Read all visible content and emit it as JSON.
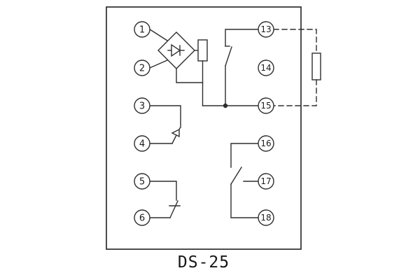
{
  "diagram": {
    "caption": "DS-25",
    "line_color": "#2e2e2e",
    "background": "#ffffff"
  },
  "terminals": {
    "t1": "1",
    "t2": "2",
    "t3": "3",
    "t4": "4",
    "t5": "5",
    "t6": "6",
    "t13": "13",
    "t14": "14",
    "t15": "15",
    "t16": "16",
    "t17": "17",
    "t18": "18"
  }
}
